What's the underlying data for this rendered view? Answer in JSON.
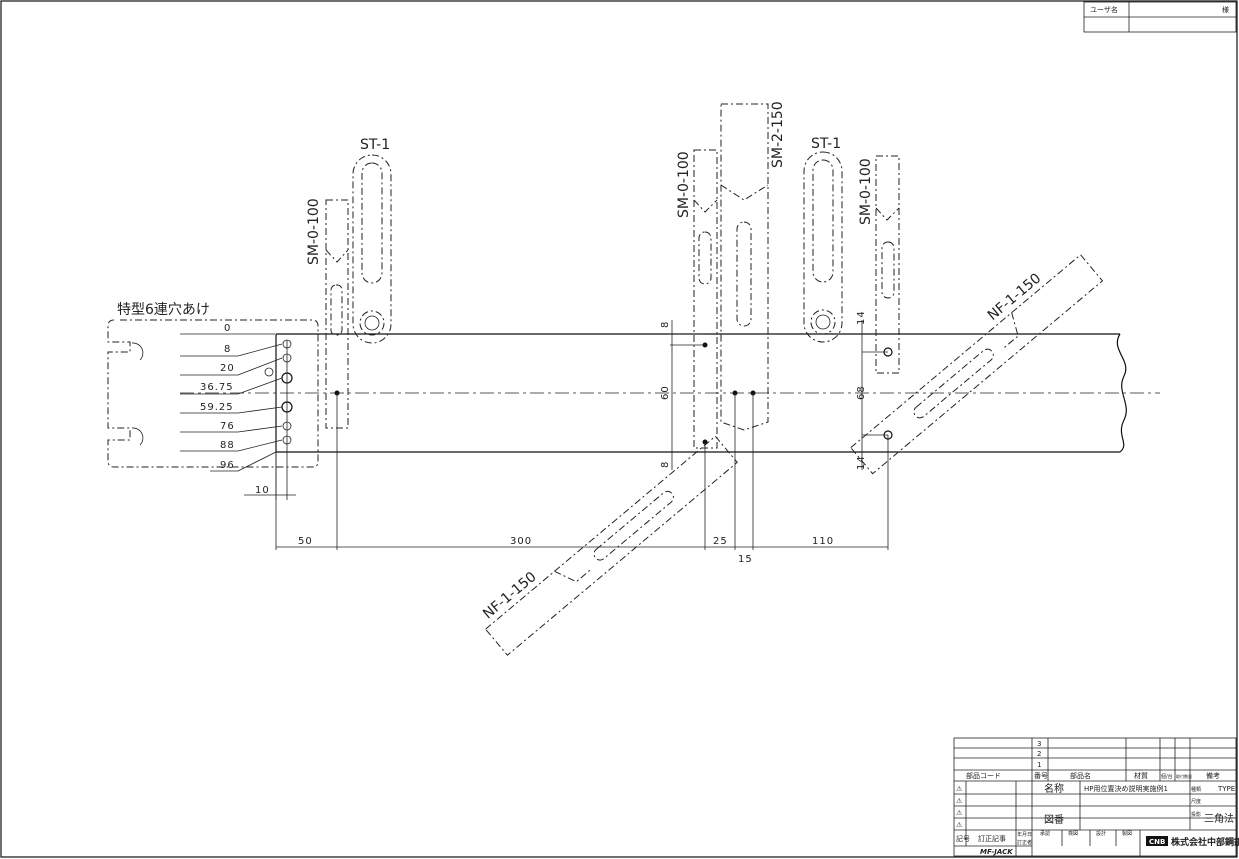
{
  "user_box": {
    "label": "ユーザ名",
    "suffix": "様"
  },
  "callouts": {
    "holes6": "特型6連穴あけ",
    "st1_a": "ST-1",
    "st1_b": "ST-1",
    "sm0100_a": "SM-0-100",
    "sm0100_b": "SM-0-100",
    "sm0100_c": "SM-0-100",
    "sm2150": "SM-2-150",
    "nf1150_a": "NF-1-150",
    "nf1150_b": "NF-1-150"
  },
  "left_dims": [
    "0",
    "8",
    "20",
    "36.75",
    "59.25",
    "76",
    "88",
    "96"
  ],
  "pitch_dim": "10",
  "bottom_dims": [
    "50",
    "300",
    "25",
    "15",
    "110"
  ],
  "vertical_dims": {
    "a8": "8",
    "a60": "60",
    "a8b": "8",
    "b14": "14",
    "b68": "68",
    "b14b": "14"
  },
  "title_block": {
    "rev_numbers": [
      "3",
      "2",
      "1"
    ],
    "header": [
      "部品コード",
      "番号",
      "部品名",
      "材質",
      "個/台",
      "取付数量",
      "備考"
    ],
    "name_label": "名称",
    "name_value": "HP用位置決め説明実施例1",
    "spec_label": "種類",
    "spec_value": "TYPE",
    "size_label": "尺度",
    "drawing_no_label": "図番",
    "projection_label": "投影",
    "projection_value": "三角法",
    "revision_label": "訂正記事",
    "symbol_label": "記号",
    "date_label": "年月日",
    "reviser_label": "訂正者",
    "roles": [
      "承認",
      "検図",
      "設計",
      "製図"
    ],
    "company": "株式会社中部鋼鈑",
    "logo": "CNB",
    "brand": "MF-JACK"
  }
}
